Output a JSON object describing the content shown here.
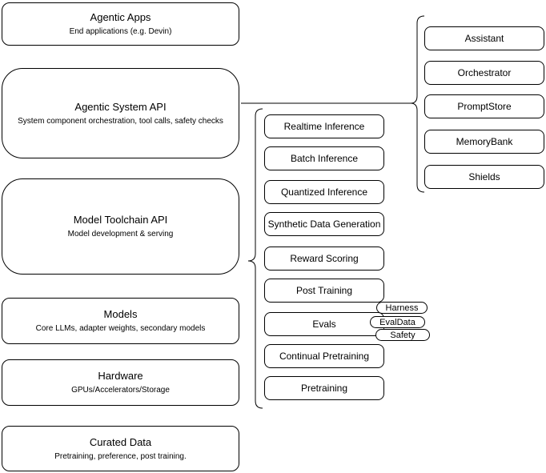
{
  "diagram": {
    "left": [
      {
        "title": "Agentic Apps",
        "subtitle": "End applications (e.g. Devin)"
      },
      {
        "title": "Agentic System API",
        "subtitle": "System component orchestration, tool calls, safety checks"
      },
      {
        "title": "Model Toolchain API",
        "subtitle": "Model development & serving"
      },
      {
        "title": "Models",
        "subtitle": "Core LLMs, adapter weights, secondary models"
      },
      {
        "title": "Hardware",
        "subtitle": "GPUs/Accelerators/Storage"
      },
      {
        "title": "Curated Data",
        "subtitle": "Pretraining, preference, post training."
      }
    ],
    "toolchain": [
      {
        "label": "Realtime Inference"
      },
      {
        "label": "Batch Inference"
      },
      {
        "label": "Quantized Inference"
      },
      {
        "label": "Synthetic Data Generation"
      },
      {
        "label": "Reward Scoring"
      },
      {
        "label": "Post Training"
      },
      {
        "label": "Evals"
      },
      {
        "label": "Continual Pretraining"
      },
      {
        "label": "Pretraining"
      }
    ],
    "system_components": [
      {
        "label": "Assistant"
      },
      {
        "label": "Orchestrator"
      },
      {
        "label": "PromptStore"
      },
      {
        "label": "MemoryBank"
      },
      {
        "label": "Shields"
      }
    ],
    "eval_tags": [
      {
        "label": "Harness"
      },
      {
        "label": "EvalData"
      },
      {
        "label": "Safety"
      }
    ],
    "colors": {
      "background": "#ffffff",
      "stroke": "#000000",
      "text": "#000000"
    }
  }
}
